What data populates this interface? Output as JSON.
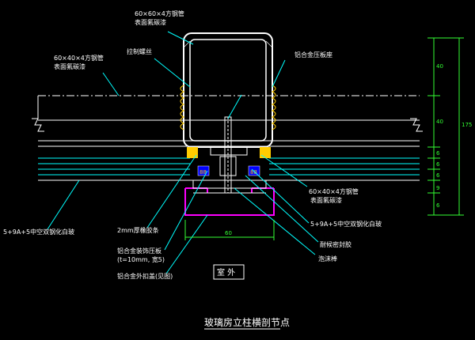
{
  "colors": {
    "background": "#000000",
    "section_outline": "#ffffff",
    "leader_line": "#00ffff",
    "dimension": "#33ff33",
    "glass_line": "#00ffff",
    "mullion_sleeve": "#ff00ff",
    "gasket": "#ffcc00",
    "pad": "#0000ff",
    "text": "#ffffff"
  },
  "labels": {
    "top_tube": "60×60×4方钢管",
    "top_tube_finish": "表面氟碳漆",
    "left_tube": "60×40×4方钢管",
    "left_tube_finish": "表面氟碳漆",
    "bolt": "拉制螺丝",
    "right_sleeve": "铝合金压板座",
    "right_tube": "60×40×4方钢管",
    "right_tube_finish": "表面氟碳漆",
    "right_glass": "5+9A+5中空双钢化白玻",
    "structural_sealant": "耐候密封胶",
    "foam_rod": "泡沫棒",
    "left_glass": "5+9A+5中空双钢化白玻",
    "tape": "2mm厚橡胶条",
    "pressure_plate": "铝合金装饰压板",
    "pressure_plate_spec": "(t=10mm, 宽5)",
    "cover_cap": "铝合金外扣盖(见图)",
    "exterior": "室 外",
    "title": "玻璃房立柱横剖节点"
  },
  "dimensions": {
    "right_top": "40",
    "right_mid": "40",
    "right_total": "175",
    "right_low1": "6",
    "right_low2": "6",
    "right_low3": "6",
    "right_low4": "9",
    "right_low5": "6",
    "bottom_width": "60"
  }
}
